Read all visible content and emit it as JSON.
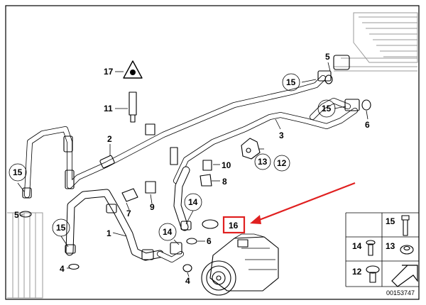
{
  "callouts": {
    "c17": "17",
    "c11": "11",
    "c2": "2",
    "c15a": "15",
    "c5a": "5",
    "c15b": "15",
    "c4a": "4",
    "c1": "1",
    "c7": "7",
    "c9": "9",
    "c10": "10",
    "c8": "8",
    "c14a": "14",
    "c14b": "14",
    "c6a": "6",
    "c4b": "4",
    "c16": "16",
    "c13": "13",
    "c12": "12",
    "c3": "3",
    "c15c": "15",
    "c5b": "5",
    "c15d": "15",
    "c6b": "6"
  },
  "legend": {
    "l15": "15",
    "l14": "14",
    "l13": "13",
    "l12": "12",
    "diagram_id": "00153747"
  },
  "colors": {
    "highlight": "#e02020",
    "line": "#000000",
    "background": "#ffffff"
  },
  "icons": {
    "warning": "warning-triangle-icon",
    "arrow": "red-pointer-arrow"
  }
}
